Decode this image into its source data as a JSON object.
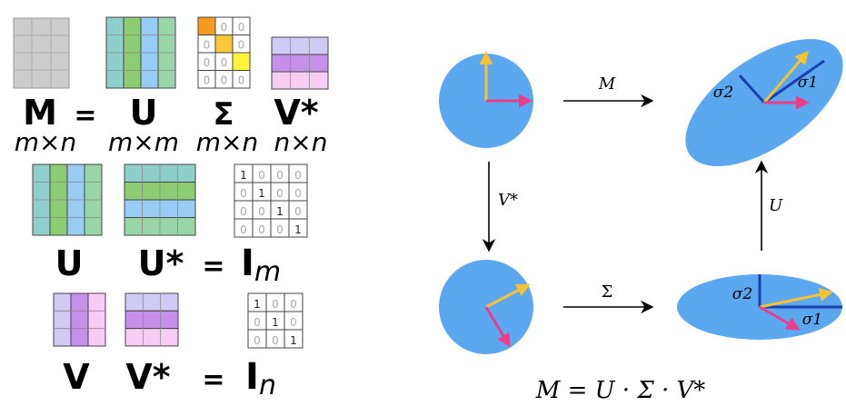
{
  "colors": {
    "gray": "#cccccc",
    "teal": "#8fcfcb",
    "green": "#8dcc72",
    "blue": "#99ccf5",
    "mint": "#9ad5a7",
    "lavender": "#cfcbf5",
    "purple": "#c58fea",
    "pink": "#f7ccf5",
    "orange": "#f59b22",
    "amber": "#ffc93a",
    "yellow": "#fff43a",
    "disk": "#5ba7f0",
    "arrow_yellow": "#f7c232",
    "arrow_pink": "#ec3d8a",
    "sigma_line": "#1c3fb0"
  },
  "left": {
    "row1": {
      "symbols": [
        "M",
        "=",
        "U",
        "Σ",
        "V*"
      ],
      "dims": [
        "m×n",
        "m×m",
        "m×n",
        "n×n"
      ]
    },
    "row2": {
      "symbols": [
        "U",
        "U*",
        "=",
        "I",
        "m"
      ]
    },
    "row3": {
      "symbols": [
        "V",
        "V*",
        "=",
        "I",
        "n"
      ]
    },
    "sigma_zeros": "0",
    "identity_zero": "0",
    "identity_one": "1"
  },
  "right": {
    "top_arrow_label": "M",
    "left_arrow_label": "V*",
    "right_arrow_label": "U",
    "bottom_arrow_label": "Σ",
    "sigma1": "σ1",
    "sigma2": "σ2",
    "equation": "M = U · Σ · V*"
  }
}
